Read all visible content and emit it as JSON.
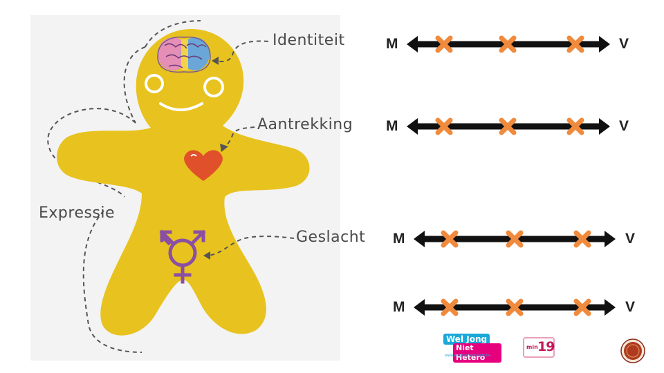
{
  "labels": {
    "identity": "Identiteit",
    "attraction": "Aantrekking",
    "expression": "Expressie",
    "sex": "Geslacht"
  },
  "scales": [
    {
      "left": "M",
      "right": "V",
      "markers": 3
    },
    {
      "left": "M",
      "right": "V",
      "markers": 3
    },
    {
      "left": "M",
      "right": "V",
      "markers": 3
    },
    {
      "left": "M",
      "right": "V",
      "markers": 3
    }
  ],
  "logos": {
    "wjnh_top": "Wel Jong",
    "wjnh_mid": "Niet Hetero",
    "wjnh_sub": "www.weljongniethetero.be",
    "min19_small": "min",
    "min19_big": "19"
  },
  "colors": {
    "body": "#e8c21f",
    "heart": "#e0502a",
    "symbol": "#8a4fa3",
    "marker": "#f08a3c",
    "arrow": "#111111",
    "label": "#4a4a4a",
    "panel": "#f3f3f3"
  }
}
